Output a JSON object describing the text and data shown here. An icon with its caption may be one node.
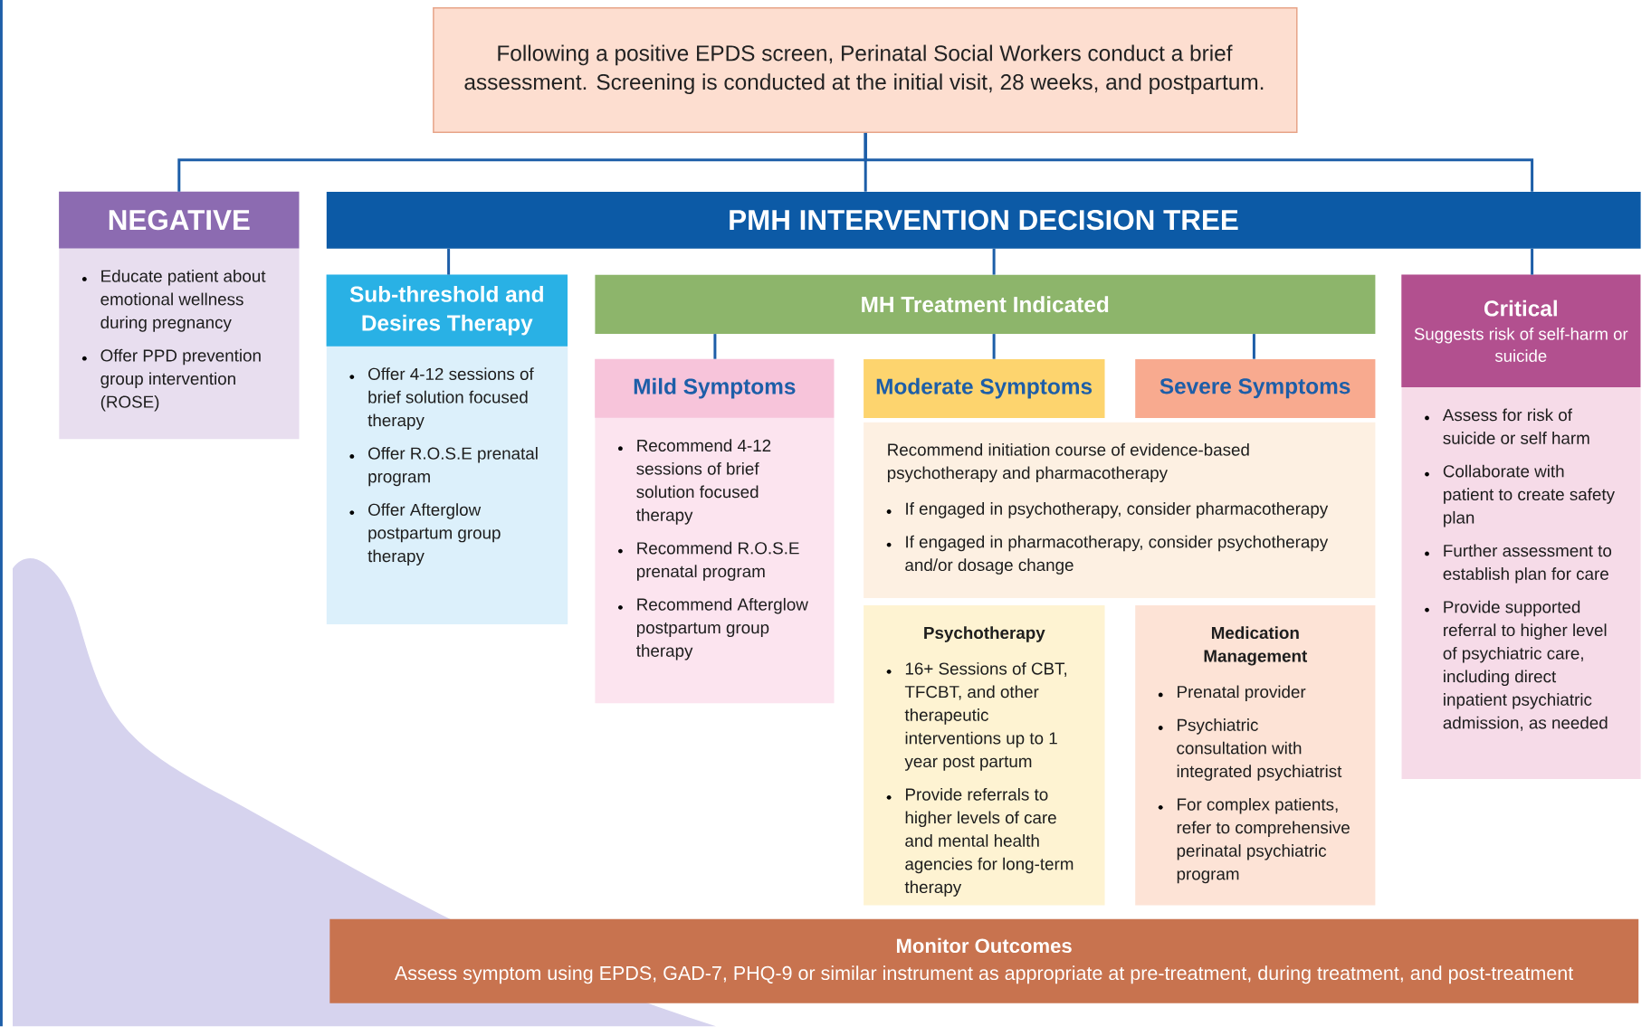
{
  "diagram": {
    "nodes": [
      {
        "text": [
          "Following a positive EPDS screen, Perinatal Social Workers conduct a brief assessment. Screening is conducted at the initial visit, 28 weeks, and postpartum."
        ]
      },
      {
        "text": [
          "NEGATIVE",
          "Educate patient about emotional wellness during pregnancy",
          "Offer PPD prevention group intervention (ROSE)"
        ]
      },
      {
        "text": [
          "PMH INTERVENTION DECISION TREE"
        ]
      },
      {
        "text": [
          "Sub-threshold and Desires Therapy",
          "Offer 4-12 sessions of brief solution focused therapy",
          "Offer R.O.S.E prenatal program",
          "Offer Afterglow postpartum group therapy"
        ]
      },
      {
        "text": [
          "MH Treatment Indicated"
        ]
      },
      {
        "text": [
          "Mild Symptoms",
          "Recommend 4-12 sessions of brief solution focused therapy",
          "Recommend R.O.S.E prenatal program",
          "Recommend Afterglow postpartum group therapy"
        ]
      },
      {
        "text": [
          "Moderate Symptoms"
        ]
      },
      {
        "text": [
          "Severe Symptoms"
        ]
      },
      {
        "text": [
          "Recommend initiation course of evidence-based psychotherapy and pharmacotherapy",
          "If engaged in psychotherapy, consider pharmacotherapy",
          "If engaged in pharmacotherapy, consider psychotherapy and/or dosage change"
        ]
      },
      {
        "text": [
          "Psychotherapy",
          "16+ Sessions of CBT, TFCBT, and other therapeutic interventions up to 1 year post partum",
          "Provide referrals to higher levels of care and mental health agencies for long-term therapy"
        ]
      },
      {
        "text": [
          "Medication Management",
          "Prenatal provider",
          "Psychiatric consultation with integrated psychiatrist",
          "For complex patients, refer to comprehensive perinatal psychiatric program"
        ]
      },
      {
        "text": [
          "Critical",
          "Suggests risk of self-harm or suicide",
          "Assess for risk of suicide or self harm",
          "Collaborate with patient to create safety plan",
          "Further assessment to establish plan for care",
          "Provide supported referral to higher level of psychiatric care, including direct inpatient psychiatric admission, as needed"
        ]
      },
      {
        "text": [
          "Monitor Outcomes",
          "Assess symptom using EPDS, GAD-7, PHQ-9 or similar instrument as appropriate at pre-treatment, during treatment, and post-treatment"
        ]
      }
    ],
    "edges": [
      {
        "from": 0,
        "to": 1,
        "arrow": "none"
      },
      {
        "from": 0,
        "to": 2,
        "arrow": "none"
      },
      {
        "from": 0,
        "to": 2,
        "arrow": "none"
      },
      {
        "from": 2,
        "to": 3,
        "arrow": "none"
      },
      {
        "from": 2,
        "to": 4,
        "arrow": "none"
      },
      {
        "from": 4,
        "to": 5,
        "arrow": "none"
      },
      {
        "from": 4,
        "to": 6,
        "arrow": "none"
      },
      {
        "from": 4,
        "to": 7,
        "arrow": "none"
      },
      {
        "from": 2,
        "to": 11,
        "arrow": "none"
      }
    ]
  }
}
